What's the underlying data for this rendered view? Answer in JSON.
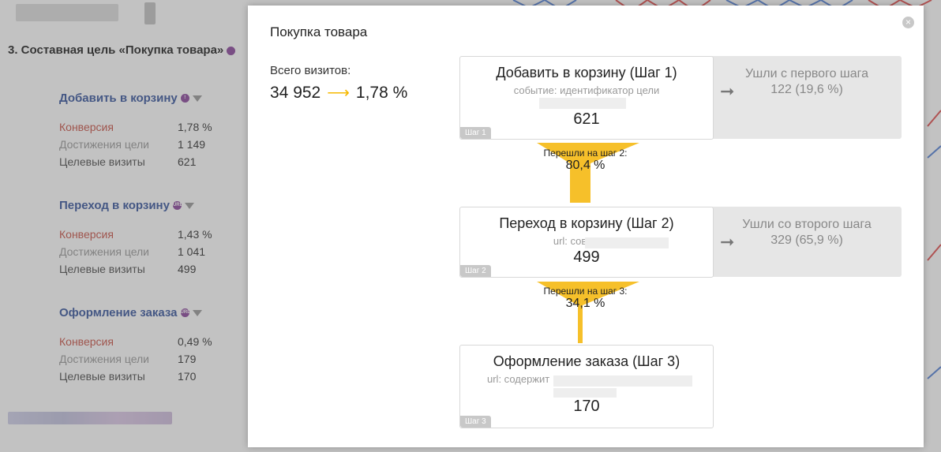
{
  "background": {
    "goal_title": "3. Составная цель «Покупка товара»",
    "sections": [
      {
        "title": "Добавить в корзину",
        "icon": "exclamation-icon",
        "rows": [
          {
            "label": "Конверсия",
            "value": "1,78 %"
          },
          {
            "label": "Достижения цели",
            "value": "1 149"
          },
          {
            "label": "Целевые визиты",
            "value": "621"
          }
        ]
      },
      {
        "title": "Переход в корзину",
        "icon": "url-icon",
        "rows": [
          {
            "label": "Конверсия",
            "value": "1,43 %"
          },
          {
            "label": "Достижения цели",
            "value": "1 041"
          },
          {
            "label": "Целевые визиты",
            "value": "499"
          }
        ]
      },
      {
        "title": "Оформление заказа",
        "icon": "url-icon",
        "rows": [
          {
            "label": "Конверсия",
            "value": "0,49 %"
          },
          {
            "label": "Достижения цели",
            "value": "179"
          },
          {
            "label": "Целевые визиты",
            "value": "170"
          }
        ]
      }
    ]
  },
  "modal": {
    "title": "Покупка товара",
    "close_icon": "close-icon",
    "visits_label": "Всего визитов:",
    "visits_total": "34 952",
    "visits_conversion": "1,78 %",
    "steps": [
      {
        "title": "Добавить в корзину (Шаг 1)",
        "subtitle": "событие: идентификатор цели",
        "value": "621",
        "badge": "Шаг 1",
        "left_title": "Ушли с первого шага",
        "left_value": "122 (19,6 %)"
      },
      {
        "title": "Переход в корзину (Шаг 2)",
        "subtitle": "url: совпадает",
        "value": "499",
        "badge": "Шаг 2",
        "left_title": "Ушли со второго шага",
        "left_value": "329 (65,9 %)"
      },
      {
        "title": "Оформление заказа (Шаг 3)",
        "subtitle": "url: содержит",
        "value": "170",
        "badge": "Шаг 3"
      }
    ],
    "transitions": [
      {
        "label": "Перешли на шаг 2:",
        "value": "80,4 %"
      },
      {
        "label": "Перешли на шаг 3:",
        "value": "34,1 %"
      }
    ],
    "colors": {
      "funnel": "#f6c02a",
      "arrow_accent": "#f6b800"
    }
  }
}
